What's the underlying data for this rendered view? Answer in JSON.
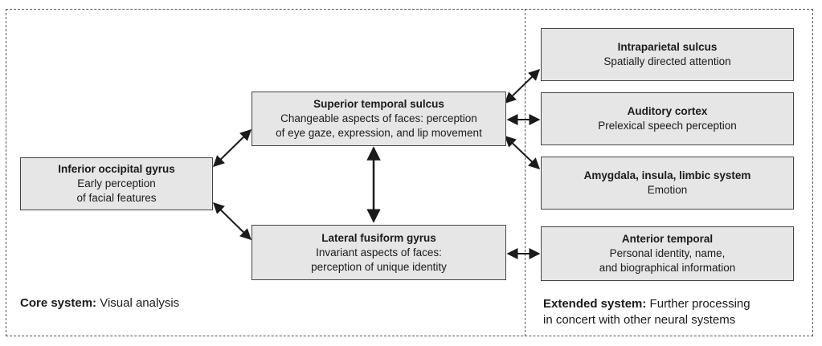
{
  "core": {
    "caption_bold": "Core system:",
    "caption_rest": " Visual analysis",
    "boxes": {
      "iog": {
        "title": "Inferior occipital gyrus",
        "desc": "Early perception\nof facial features"
      },
      "sts": {
        "title": "Superior temporal sulcus",
        "desc": "Changeable aspects of faces: perception\nof eye gaze, expression, and lip movement"
      },
      "lfg": {
        "title": "Lateral fusiform gyrus",
        "desc": "Invariant aspects of faces:\nperception of unique identity"
      }
    }
  },
  "extended": {
    "caption_bold": "Extended system:",
    "caption_rest": " Further processing",
    "caption_line2": "in concert with other neural systems",
    "boxes": {
      "ips": {
        "title": "Intraparietal sulcus",
        "desc": "Spatially directed attention"
      },
      "aud": {
        "title": "Auditory cortex",
        "desc": "Prelexical speech perception"
      },
      "amy": {
        "title": "Amygdala, insula, limbic system",
        "desc": "Emotion"
      },
      "ant": {
        "title": "Anterior temporal",
        "desc": "Personal identity, name,\nand biographical information"
      }
    }
  }
}
